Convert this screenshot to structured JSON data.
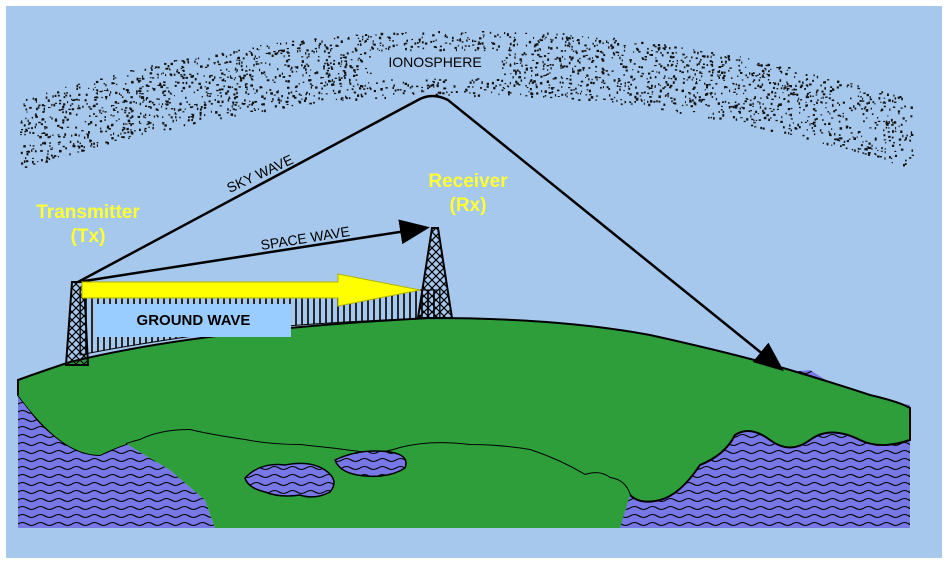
{
  "labels": {
    "ionosphere": "IONOSPHERE",
    "sky_wave": "SKY WAVE",
    "space_wave": "SPACE WAVE",
    "ground_wave": "GROUND WAVE",
    "transmitter_line1": "Transmitter",
    "transmitter_line2": "(Tx)",
    "receiver_line1": "Receiver",
    "receiver_line2": "(Rx)"
  },
  "colors": {
    "background": "#a6c8ec",
    "land": "#2e9e3a",
    "water": "#7777e6",
    "accent_text": "#ffff33",
    "ground_arrow": "#ffff00",
    "ground_label_bg": "#99ccff"
  }
}
